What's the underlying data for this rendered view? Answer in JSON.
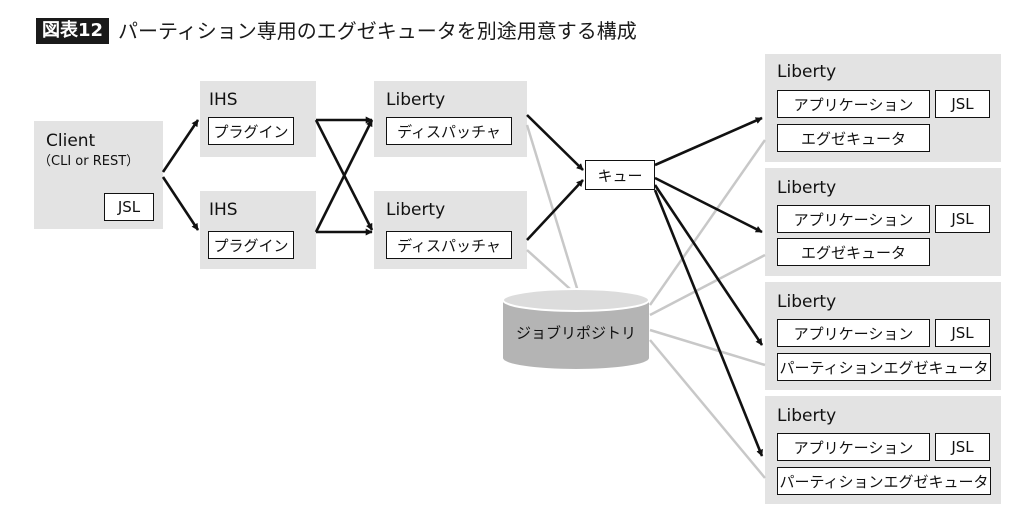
{
  "figure": {
    "number": "図表12",
    "title": "パーティション専用のエグゼキュータを別途用意する構成"
  },
  "client": {
    "title": "Client",
    "subtitle": "（CLI or REST）",
    "jsl": "JSL"
  },
  "ihs": [
    {
      "title": "IHS",
      "plugin": "プラグイン"
    },
    {
      "title": "IHS",
      "plugin": "プラグイン"
    }
  ],
  "dispatchers": [
    {
      "title": "Liberty",
      "dispatcher": "ディスパッチャ"
    },
    {
      "title": "Liberty",
      "dispatcher": "ディスパッチャ"
    }
  ],
  "queue": {
    "label": "キュー"
  },
  "repository": {
    "label": "ジョブリポジトリ"
  },
  "executors": [
    {
      "title": "Liberty",
      "app": "アプリケーション",
      "jsl": "JSL",
      "executor": "エグゼキュータ"
    },
    {
      "title": "Liberty",
      "app": "アプリケーション",
      "jsl": "JSL",
      "executor": "エグゼキュータ"
    },
    {
      "title": "Liberty",
      "app": "アプリケーション",
      "jsl": "JSL",
      "executor": "パーティションエグゼキュータ"
    },
    {
      "title": "Liberty",
      "app": "アプリケーション",
      "jsl": "JSL",
      "executor": "パーティションエグゼキュータ"
    }
  ],
  "colors": {
    "panel": "#e3e3e3",
    "arrow": "#111111",
    "connector": "#c8c8c8",
    "repository": "#b4b4b4"
  }
}
